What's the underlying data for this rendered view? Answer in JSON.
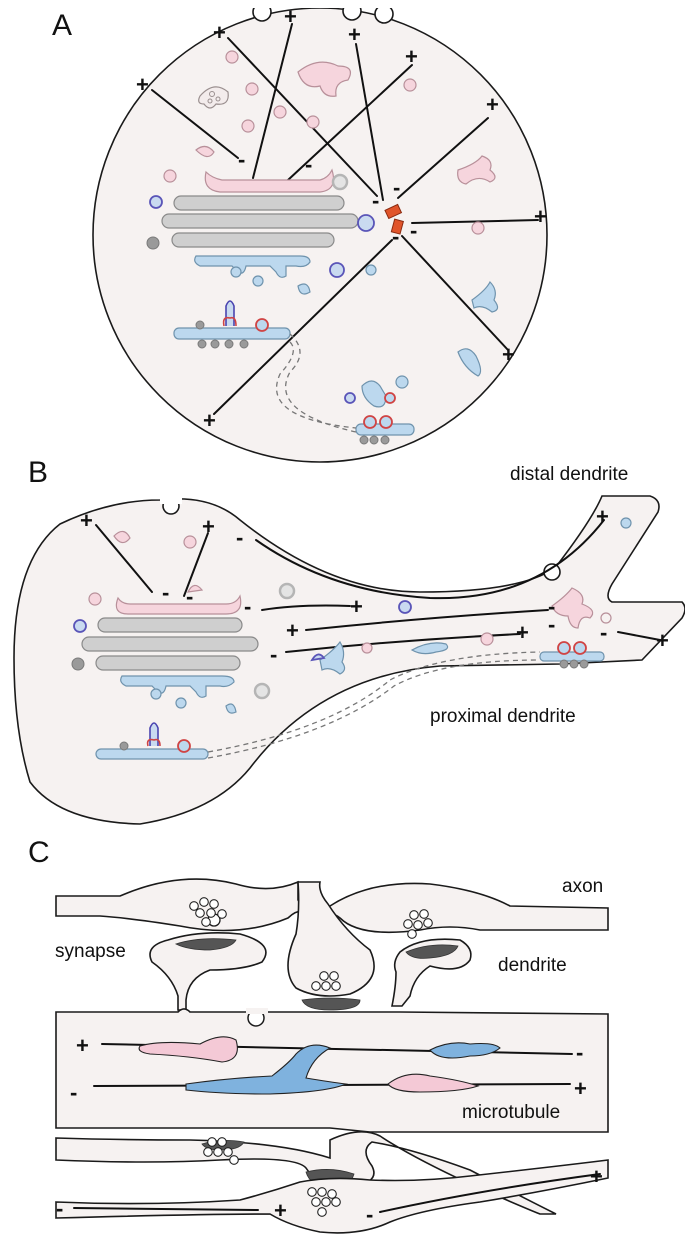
{
  "panels": {
    "a": {
      "letter": "A"
    },
    "b": {
      "letter": "B",
      "distal_label": "distal dendrite",
      "proximal_label": "proximal dendrite"
    },
    "c": {
      "letter": "C",
      "axon_label": "axon",
      "synapse_label": "synapse",
      "dendrite_label": "dendrite",
      "microtubule_label": "microtubule"
    }
  },
  "signs": {
    "plus": "+",
    "minus": "-"
  },
  "colors": {
    "cell_fill": "#f6f2f1",
    "golgi_grey": "#cfcfcf",
    "golgi_pink": "#f6d5dd",
    "er_blue": "#bcd8ee",
    "vesicle_purple": "#5a55b8",
    "motor_pink": "#f4c9d6",
    "motor_blue": "#7fb2de",
    "centrosome": "#e0542a"
  }
}
